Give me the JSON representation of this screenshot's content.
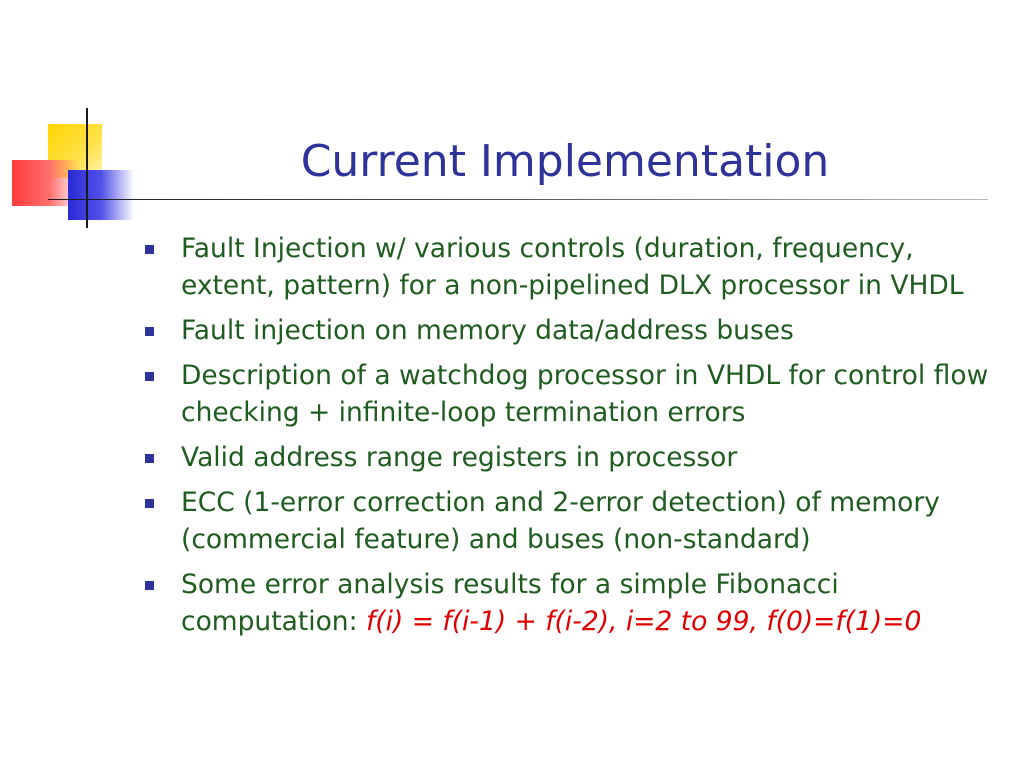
{
  "slide": {
    "title": "Current Implementation",
    "colors": {
      "title": "#2e3399",
      "bullet_text": "#1f5c1f",
      "bullet_marker": "#2e3399",
      "formula": "#e00000"
    },
    "bullets": [
      {
        "text": "Fault Injection w/ various controls (duration, frequency, extent, pattern) for a non-pipelined DLX processor in VHDL"
      },
      {
        "text": "Fault injection on memory data/address buses"
      },
      {
        "text": "Description of a watchdog processor in VHDL for control flow checking + infinite-loop termination errors"
      },
      {
        "text": "Valid address range registers in processor"
      },
      {
        "text": "ECC (1-error correction and 2-error detection) of memory (commercial feature) and buses (non-standard)"
      },
      {
        "text": "Some error analysis results for a simple Fibonacci computation: ",
        "formula": "f(i) = f(i-1) + f(i-2), i=2 to 99, f(0)=f(1)=0"
      }
    ]
  }
}
